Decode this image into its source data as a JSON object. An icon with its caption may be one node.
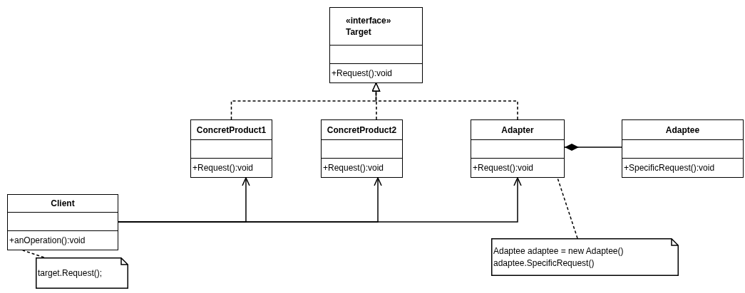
{
  "diagram": {
    "nodes": [
      {
        "text": [
          "«interface»",
          "Target",
          "+Request():void"
        ]
      },
      {
        "text": [
          "ConcretProduct1",
          "+Request():void"
        ]
      },
      {
        "text": [
          "ConcretProduct2",
          "+Request():void"
        ]
      },
      {
        "text": [
          "Adapter",
          "+Request():void"
        ]
      },
      {
        "text": [
          "Adaptee",
          "+SpecificRequest():void"
        ]
      },
      {
        "text": [
          "Client",
          "+anOperation():void"
        ]
      },
      {
        "text": [
          "Adaptee adaptee = new Adaptee() adaptee.SpecificRequest()"
        ]
      },
      {
        "text": [
          "target.Request();"
        ]
      }
    ],
    "edges": [
      {
        "from": 1,
        "to": 0,
        "arrow": "to",
        "style": "dashed"
      },
      {
        "from": 2,
        "to": 0,
        "arrow": "to",
        "style": "dashed"
      },
      {
        "from": 3,
        "to": 0,
        "arrow": "to",
        "style": "dashed"
      },
      {
        "from": 3,
        "to": 4,
        "arrow": "other"
      },
      {
        "from": 5,
        "to": 1,
        "arrow": "to"
      },
      {
        "from": 5,
        "to": 2,
        "arrow": "to"
      },
      {
        "from": 5,
        "to": 3,
        "arrow": "to"
      },
      {
        "from": 6,
        "to": 3,
        "arrow": "none",
        "style": "dashed"
      },
      {
        "from": 7,
        "to": 5,
        "arrow": "none",
        "style": "dashed"
      }
    ]
  }
}
